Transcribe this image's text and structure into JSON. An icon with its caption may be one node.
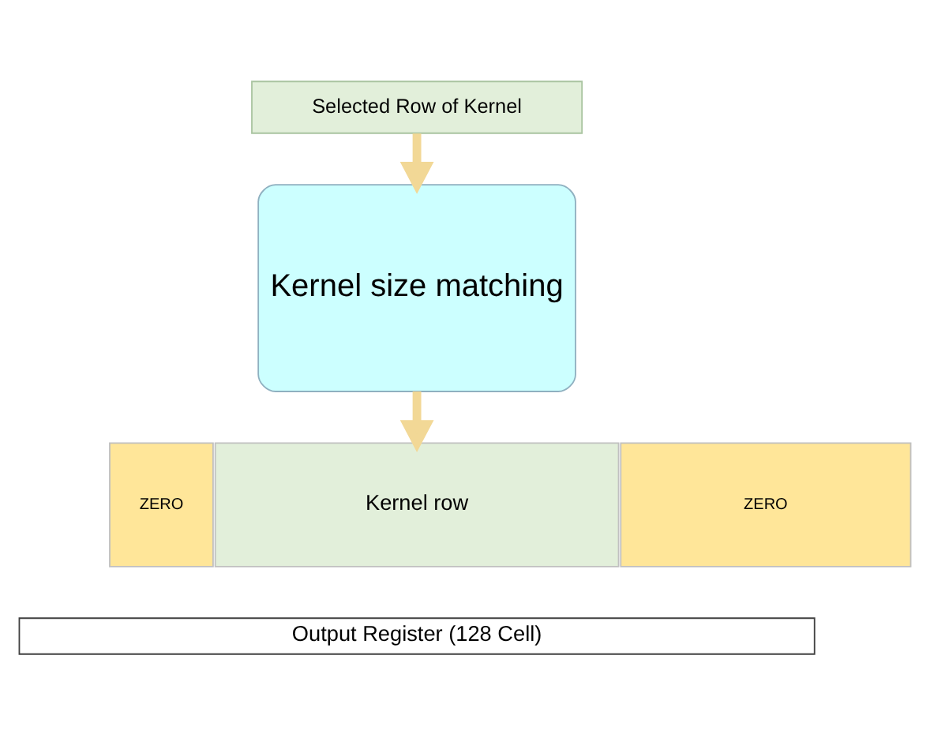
{
  "diagram": {
    "nodes": [
      {
        "text": [
          "Selected Row of Kernel"
        ]
      },
      {
        "text": [
          "Kernel size matching"
        ]
      },
      {
        "text": [
          "ZERO"
        ]
      },
      {
        "text": [
          "Kernel row"
        ]
      },
      {
        "text": [
          "ZERO"
        ]
      },
      {
        "text": [
          "Output Register (128 Cell)"
        ]
      }
    ],
    "edges": [
      {
        "from": 0,
        "to": 1,
        "arrow": "to"
      },
      {
        "from": 1,
        "to": 3,
        "arrow": "to"
      }
    ]
  }
}
